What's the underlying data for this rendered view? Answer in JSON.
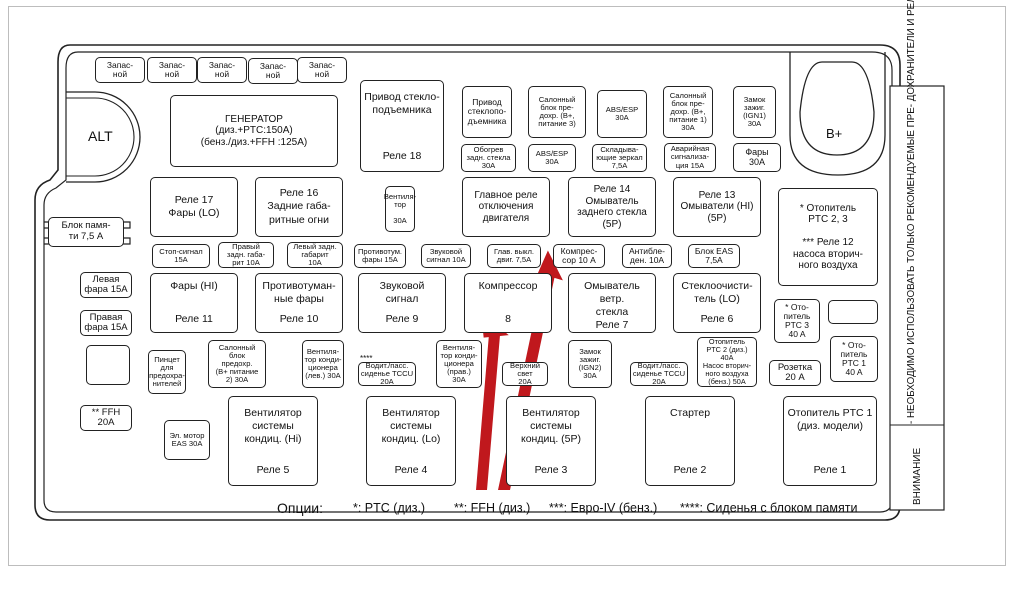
{
  "colors": {
    "outline": "#222222",
    "arrow": "#c0181d",
    "frame": "#bdbdbd"
  },
  "top_spares": [
    "Запас-\nной",
    "Запас-\nной",
    "Запас-\nной",
    "Запас-\nной",
    "Запас-\nной"
  ],
  "alt_label": "ALT",
  "bplus_label": "B+",
  "memory_block": "Блок памя-\nти 7,5 A",
  "generator": "ГЕНЕРАТОР\n(диз.+PTC:150A)\n(бенз./диз.+FFH :125A)",
  "relay18": {
    "name": "Привод стекло-\nподъемника",
    "relay": "Реле 18"
  },
  "window_fuse": "Привод\nстеклопо-\nдъемника",
  "salon_unit3": "Салонный\nблок пре-\nдохр. (B+,\nпитание 3)",
  "abs_esp_30": "ABS/ESP\n30A",
  "salon_unit1": "Салонный\nблок пре-\nдохр. (B+,\nпитание 1)\n30A",
  "ign_lock1": "Замок\nзажиг.\n(IGN1)\n30A",
  "rear_heater": "Обогрев\nзадн. стекла\n30A",
  "abs_esp_30b": "ABS/ESP\n30A",
  "mirrors_fold": "Складыва-\nющие зеркал\n7,5A",
  "hazard": "Аварийная\nсигнализа-\nция 15A",
  "headlights30": "Фары\n30A",
  "relay17": {
    "name": "Реле 17\nФары (LO)"
  },
  "relay16": {
    "name": "Реле 16\nЗадние габа-\nритные огни"
  },
  "fan_fuse": "Вентиля-\nтор\n\n30A",
  "main_relay": "Главное реле\nотключения\nдвигателя",
  "relay14": "Реле 14\nОмыватель\nзаднего стекла\n(5P)",
  "relay13": "Реле 13\nОмыватели (HI)\n(5P)",
  "ptc_box": "* Отопитель\nPTC 2, 3\n\n*** Реле 12\nнасоса вторич-\nного воздуха",
  "stop_signal": "Стоп-сигнал\n15A",
  "right_tail": "Правый\nзадн. габа-\nрит 10A",
  "left_tail": "Левый задн.\nгабарит\n10A",
  "fog15": "Противотум.\nфары 15A",
  "horn10": "Звуковой\nсигнал 10A",
  "main_sw": "Глав. выкл.\nдвиг. 7,5A",
  "comp10": "Компрес-\nсор 10 A",
  "antifog": "Антибле-\nден. 10A",
  "eas_block": "Блок EAS\n7,5A",
  "left_head": "Левая\nфара 15A",
  "right_head": "Правая\nфара 15A",
  "relay11": {
    "name": "Фары (HI)",
    "relay": "Реле 11"
  },
  "relay10": {
    "name": "Противотуман-\nные фары",
    "relay": "Реле 10"
  },
  "relay9": {
    "name": "Звуковой\nсигнал",
    "relay": "Реле 9"
  },
  "relay8": {
    "name": "Компрессор",
    "relay": "8"
  },
  "relay7": {
    "name": "Омыватель ветр.\nстекла",
    "relay": "Реле 7"
  },
  "relay6": {
    "name": "Стеклоочисти-\nтель (LO)",
    "relay": "Реле 6"
  },
  "ptc3": "* Ото-\nпитель\nPTC 3\n40 A",
  "ptc1": "* Ото-\nпитель\nPTC 1\n40 A",
  "ffh20": "** FFH\n20A",
  "tweezers": "Пинцет\nдля\nпредохра-\nнителей",
  "salon_unit2": "Салонный\nблок\nпредохр.\n(B+ питание\n2) 30A",
  "cond_fan_left": "Вентиля-\nтор конди-\nционера\n(лев.) 30A",
  "seat_tccu": "Водит./пасс.\nсиденье TCCU\n20A",
  "seat_marker": "****",
  "cond_fan_right": "Вентиля-\nтор конди-\nционера\n(прав.)\n30A",
  "upper_light": "Верхний свет\n20A",
  "ign_lock2": "Замок\nзажиг.\n(IGN2)\n30A",
  "seat_tccu2": "Водит./пасс.\nсиденье TCCU\n20A",
  "ptc2_box": "Отопитель\nPTC 2 (диз.)\n40A\nНасос вторич-\nного воздуха\n(бенз.) 50A",
  "socket": "Розетка\n20 A",
  "eas_motor": "Эл. мотор\nEAS 30A",
  "relay5": {
    "name": "Вентилятор\nсистемы\nкондиц. (Hi)",
    "relay": "Реле 5"
  },
  "relay4": {
    "name": "Вентилятор\nсистемы\nкондиц. (Lo)",
    "relay": "Реле 4"
  },
  "relay3": {
    "name": "Вентилятор\nсистемы\nкондиц. (5P)",
    "relay": "Реле 3"
  },
  "relay2": {
    "name": "Стартер",
    "relay": "Реле 2"
  },
  "relay1": {
    "name": "Отопитель PTC 1\n(диз. модели)",
    "relay": "Реле 1"
  },
  "options_label": "Опции:",
  "options": [
    "*: PTC (диз.)",
    "**: FFH (диз.)",
    "***: Евро-IV (бенз.)",
    "****: Сиденья с блоком памяти"
  ],
  "attention_title": "ВНИМАНИЕ",
  "attention_text": "- НЕОБХОДИМО ИСПОЛЬЗОВАТЬ ТОЛЬКО РЕКОМЕНДУЕМЫЕ ПРЕ-\nДОХРАНИТЕЛИ И РЕЛЕ\n- ПРАВИЛА ТЕХНИЧЕСКОГО ОБСЛУЖИВАНИЯ И ИСПОЛЬЗОВАНИЯ\nПРЕДОХРАНИТЕЛЕЙ И РЕЛЕ ИЗЛОЖЕНЫ В РУКОВОДСТВЕ"
}
